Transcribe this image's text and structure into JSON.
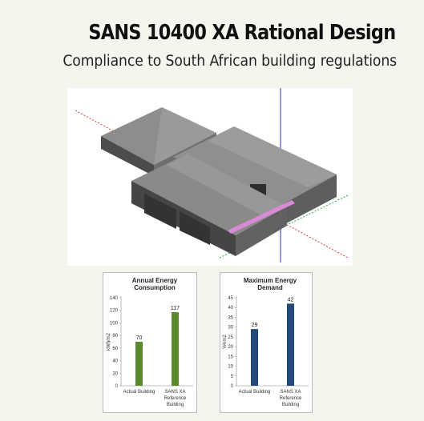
{
  "header": {
    "title": "SANS 10400 XA Rational Design",
    "subtitle": "Compliance to South African building regulations"
  },
  "charts": {
    "energy": {
      "title_line1": "Annual Energy",
      "title_line2": "Consumption",
      "ylabel": "kWh/m2",
      "color": "#5a8a2e"
    },
    "demand": {
      "title_line1": "Maximum Energy",
      "title_line2": "Demand",
      "ylabel": "VA/m2",
      "color": "#24497a"
    }
  },
  "chart_data": [
    {
      "type": "bar",
      "title": "Annual Energy Consumption",
      "ylabel": "kWh/m2",
      "xlabel": "",
      "categories": [
        "Actual Building",
        "SANS XA Reference Building"
      ],
      "category_lines": [
        [
          "Actual Building"
        ],
        [
          "SANS XA",
          "Reference",
          "Building"
        ]
      ],
      "values": [
        70,
        117
      ],
      "ylim": [
        0,
        140
      ],
      "yticks": [
        0,
        20,
        40,
        60,
        80,
        100,
        120,
        140
      ],
      "grid": false
    },
    {
      "type": "bar",
      "title": "Maximum Energy Demand",
      "ylabel": "VA/m2",
      "xlabel": "",
      "categories": [
        "Actual Building",
        "SANS XA Reference Building"
      ],
      "category_lines": [
        [
          "Actual Building"
        ],
        [
          "SANS XA",
          "Reference",
          "Building"
        ]
      ],
      "values": [
        29,
        42
      ],
      "ylim": [
        0,
        45
      ],
      "yticks": [
        0,
        5,
        10,
        15,
        20,
        25,
        30,
        35,
        40,
        45
      ],
      "grid": false
    }
  ]
}
